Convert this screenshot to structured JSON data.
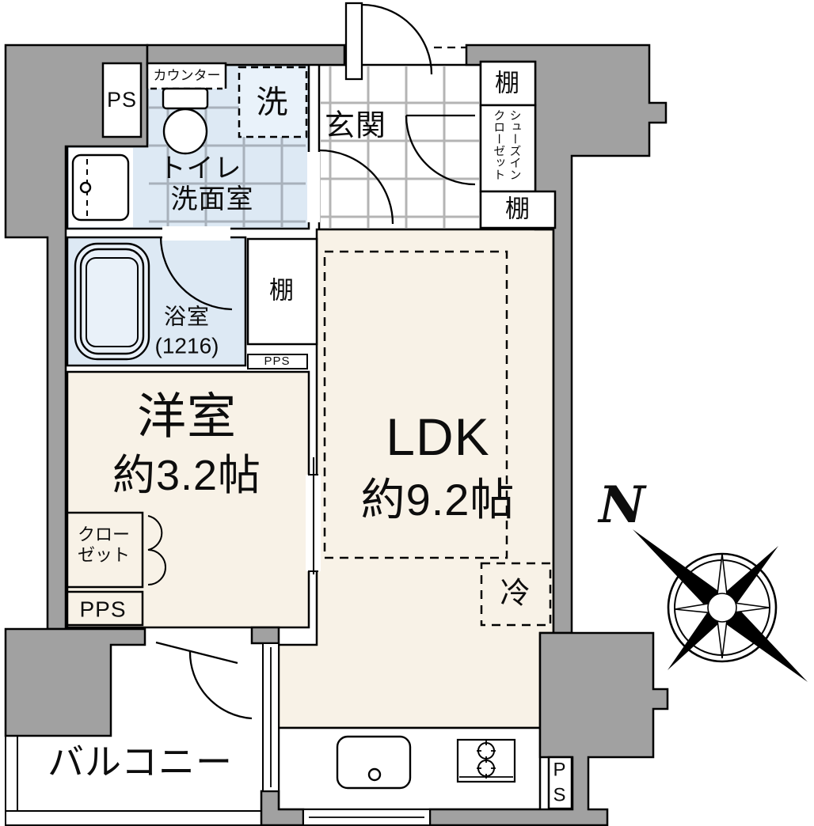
{
  "labels": {
    "ps": "PS",
    "counter": "カウンター",
    "washer": "洗",
    "entrance": "玄関",
    "shelf": "棚",
    "shoes_closet": "シューズイン\nクローゼット",
    "washroom_line1": "トイレ",
    "washroom_line2": "洗面室",
    "bathroom": "浴室",
    "bathroom_size": "(1216)",
    "pps": "PPS",
    "western_room": "洋室",
    "western_room_size": "約3.2帖",
    "ldk": "LDK",
    "ldk_size": "約9.2帖",
    "fridge": "冷",
    "closet": "クロー\nゼット",
    "balcony": "バルコニー",
    "ps_vertical": "P\nS",
    "north": "N"
  },
  "colors": {
    "wall_gray": "#a1a1a1",
    "floor_beige": "#f8f2e7",
    "floor_wet_blue": "#dde9f4",
    "washer_blue": "#e9f2fa",
    "grid_gray": "#b4b4b4",
    "line_black": "#000000"
  }
}
